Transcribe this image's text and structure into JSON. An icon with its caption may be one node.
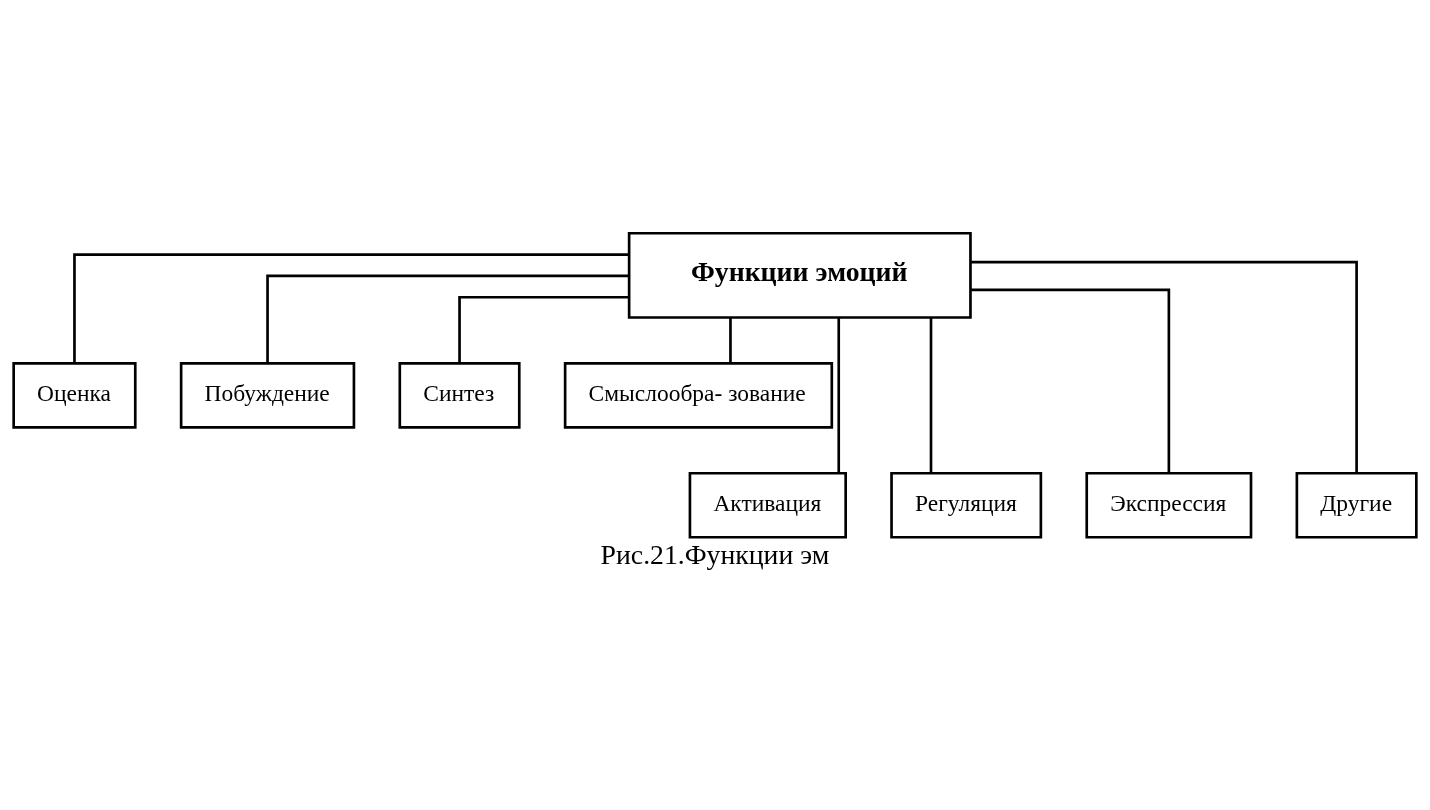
{
  "diagram": {
    "caption": "Рис.21.Функции эм",
    "nodes": [
      {
        "text": [
          "Функции эмоций"
        ]
      },
      {
        "text": [
          "Оценка"
        ]
      },
      {
        "text": [
          "Побуждение"
        ]
      },
      {
        "text": [
          "Синтез"
        ]
      },
      {
        "text": [
          "Смыслообра- зование"
        ]
      },
      {
        "text": [
          "Активация"
        ]
      },
      {
        "text": [
          "Регуляция"
        ]
      },
      {
        "text": [
          "Экспрессия"
        ]
      },
      {
        "text": [
          "Другие"
        ]
      }
    ],
    "edges": [
      {
        "from": 0,
        "to": 1,
        "arrow": "none"
      },
      {
        "from": 0,
        "to": 2,
        "arrow": "none"
      },
      {
        "from": 0,
        "to": 3,
        "arrow": "none"
      },
      {
        "from": 0,
        "to": 4,
        "arrow": "none"
      },
      {
        "from": 0,
        "to": 5,
        "arrow": "none"
      },
      {
        "from": 0,
        "to": 6,
        "arrow": "none"
      },
      {
        "from": 0,
        "to": 7,
        "arrow": "none"
      },
      {
        "from": 0,
        "to": 8,
        "arrow": "none"
      }
    ]
  }
}
